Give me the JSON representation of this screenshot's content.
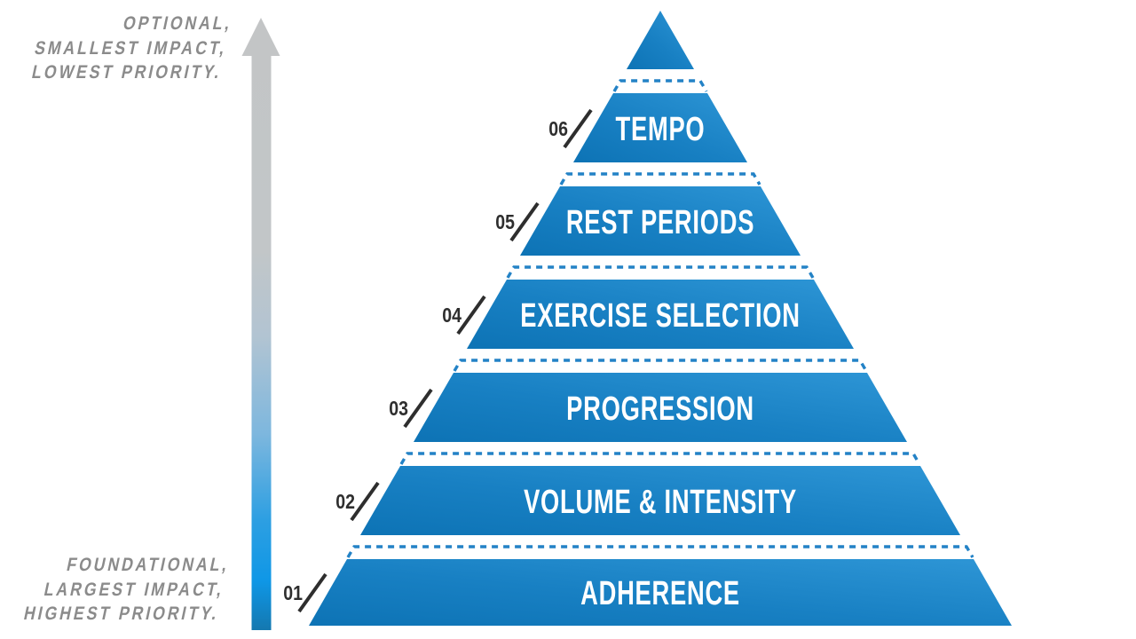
{
  "annotations": {
    "top": {
      "line1": "OPTIONAL,",
      "line2": "SMALLEST IMPACT,",
      "line3": "LOWEST PRIORITY."
    },
    "bottom": {
      "line1": "FOUNDATIONAL,",
      "line2": "LARGEST IMPACT,",
      "line3": "HIGHEST PRIORITY."
    }
  },
  "pyramid": {
    "levels": [
      {
        "number": "01",
        "label": "ADHERENCE"
      },
      {
        "number": "02",
        "label": "VOLUME & INTENSITY"
      },
      {
        "number": "03",
        "label": "PROGRESSION"
      },
      {
        "number": "04",
        "label": "EXERCISE SELECTION"
      },
      {
        "number": "05",
        "label": "REST PERIODS"
      },
      {
        "number": "06",
        "label": "TEMPO"
      }
    ]
  },
  "colors": {
    "band_blue": "#1a7dc1",
    "band_blue_dark": "#0d73b5",
    "band_blue_light": "#2e96d6",
    "dash_blue": "#2382c6",
    "arrow_gray": "#c4c6c7",
    "arrow_blue": "#109ae6",
    "arrow_blue_deep": "#1478b0",
    "annotation_gray": "#8b8b8b",
    "number_dark": "#2e2e2e"
  }
}
